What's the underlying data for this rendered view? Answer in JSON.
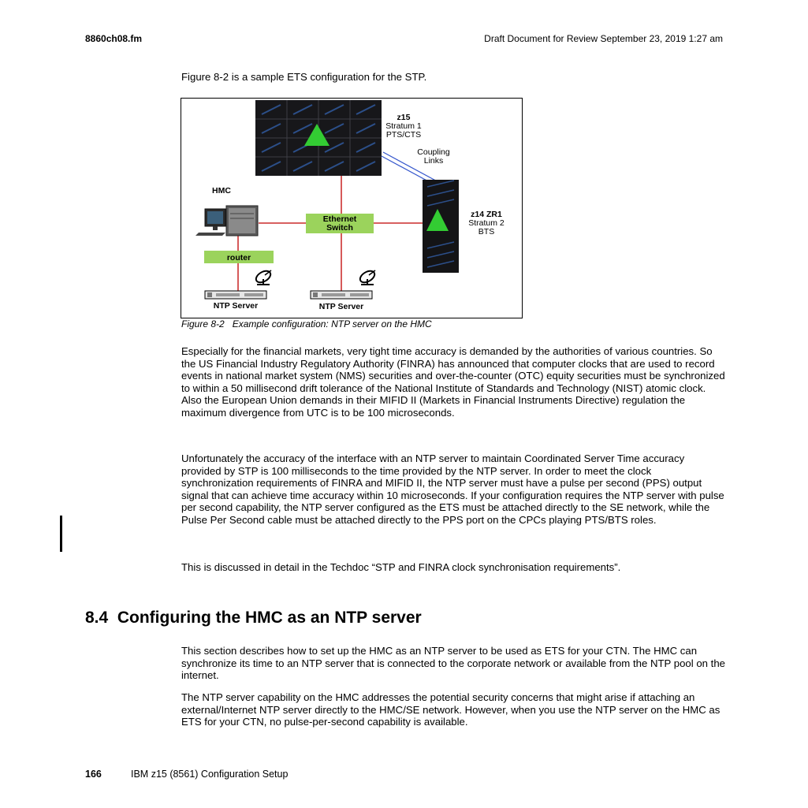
{
  "header": {
    "file": "8860ch08.fm",
    "draft": "Draft Document for Review September 23, 2019 1:27 am"
  },
  "intro": "Figure 8-2 is a sample ETS configuration for the STP.",
  "figure": {
    "z15_title": "z15",
    "z15_line1": "Stratum 1",
    "z15_line2": "PTS/CTS",
    "coupling_line1": "Coupling",
    "coupling_line2": "Links",
    "hmc": "HMC",
    "switch_line1": "Ethernet",
    "switch_line2": "Switch",
    "z14_title": "z14 ZR1",
    "z14_line1": "Stratum 2",
    "z14_line2": "BTS",
    "router": "router",
    "ntp_left": "NTP Server",
    "ntp_right": "NTP Server",
    "colors": {
      "box_green": "#9bd35c",
      "triangle_green": "#33cc33",
      "link_red": "#c00000",
      "coupling_blue": "#3355cc"
    },
    "icons": [
      "mainframe-icon",
      "computer-icon",
      "satellite-dish-icon",
      "ntp-appliance-icon"
    ]
  },
  "caption": "Figure 8-2   Example configuration: NTP server on the HMC",
  "paragraphs": {
    "p1": "Especially for the financial markets, very tight time accuracy is demanded by the authorities of various countries. So the US Financial Industry Regulatory Authority (FINRA) has announced that computer clocks that are used to record events in national market system (NMS) securities and over-the-counter (OTC) equity securities must be synchronized to within a 50 millisecond drift tolerance of the National Institute of Standards and Technology (NIST) atomic clock. Also the European Union demands in their MIFID II (Markets in Financial Instruments Directive) regulation the maximum divergence from UTC is to be 100 microseconds.",
    "p2": "Unfortunately the accuracy of the interface with an NTP server to maintain Coordinated Server Time accuracy provided by STP is 100 milliseconds to the time provided by the NTP server. In order to meet the clock synchronization requirements of FINRA and MIFID II, the NTP server must have a pulse per second (PPS) output signal that can achieve time accuracy within 10 microseconds. If your configuration requires the NTP server with pulse per second capability, the NTP server configured as the ETS must be attached directly to the SE network, while the Pulse Per Second cable must be attached directly to the PPS port on the CPCs playing PTS/BTS roles.",
    "p3": "This is discussed in detail in the Techdoc “STP and FINRA clock synchronisation requirements”.",
    "p4": "This section describes how to set up the HMC as an NTP server to be used as ETS for your CTN. The HMC can synchronize its time to an NTP server that is connected to the corporate network or available from the NTP pool on the internet.",
    "p5": "The NTP server capability on the HMC addresses the potential security concerns that might arise if attaching an external/Internet NTP server directly to the HMC/SE network. However, when you use the NTP server on the HMC as ETS for your CTN, no pulse-per-second capability is available."
  },
  "section": {
    "heading": "8.4  Configuring the HMC as an NTP server"
  },
  "footer": {
    "page": "166",
    "title": "IBM z15 (8561) Configuration Setup"
  }
}
